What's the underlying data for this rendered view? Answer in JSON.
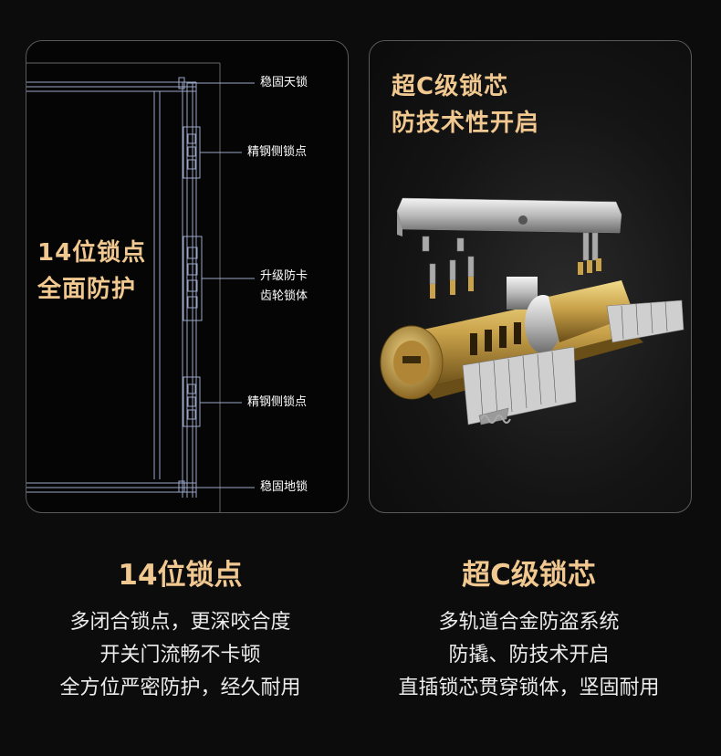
{
  "left_panel": {
    "headline": [
      "14位锁点",
      "全面防护"
    ],
    "callouts": {
      "top": "稳固天锁",
      "side_upper": "精钢侧锁点",
      "middle": [
        "升级防卡",
        "齿轮锁体"
      ],
      "side_lower": "精钢侧锁点",
      "bottom": "稳固地锁"
    }
  },
  "right_panel": {
    "headline": [
      "超C级锁芯",
      "防技术性开启"
    ]
  },
  "features": [
    {
      "title": "14位锁点",
      "lines": [
        "多闭合锁点，更深咬合度",
        "开关门流畅不卡顿",
        "全方位严密防护，经久耐用"
      ]
    },
    {
      "title": "超C级锁芯",
      "lines": [
        "多轨道合金防盗系统",
        "防撬、防技术开启",
        "直插锁芯贯穿锁体，坚固耐用"
      ]
    }
  ],
  "colors": {
    "accent": "#f0c890",
    "text": "#ececec",
    "line_art": "#9aa8c8",
    "brass": "#c9a24a"
  }
}
